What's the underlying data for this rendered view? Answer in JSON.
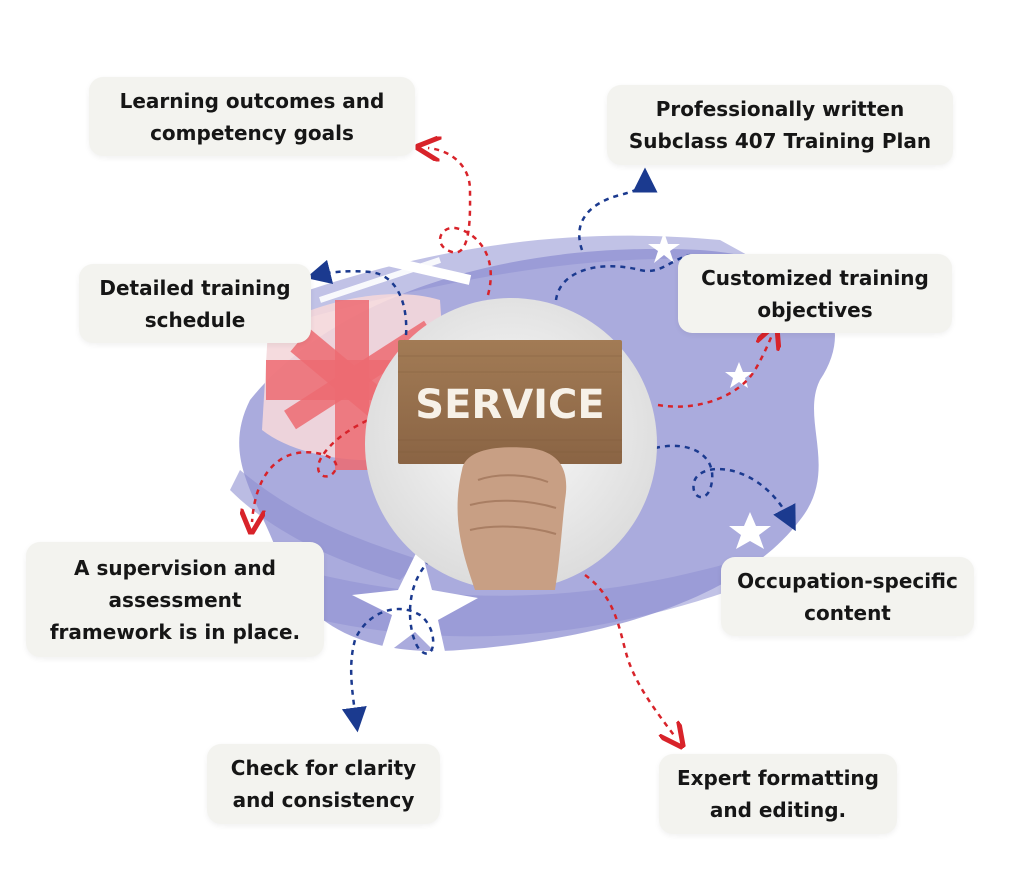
{
  "center": {
    "sign_text": "SERVICE"
  },
  "colors": {
    "blue_stroke": "#8e8fd1",
    "flag_red": "#ee6b72",
    "arrow_red": "#d8232a",
    "arrow_blue": "#1b3a8f",
    "card_bg": "#f3f3ef",
    "cardboard": "#9a7450"
  },
  "cards": {
    "learning": {
      "line1": "Learning outcomes and",
      "line2": "competency goals"
    },
    "plan": {
      "line1": "Professionally written",
      "line2": "Subclass 407 Training Plan"
    },
    "schedule": {
      "line1": "Detailed training",
      "line2": "schedule"
    },
    "objectives": {
      "line1": "Customized training",
      "line2": "objectives"
    },
    "supervision": {
      "line1": "A supervision and",
      "line2": "assessment",
      "line3": "framework is in place."
    },
    "occupation": {
      "line1": "Occupation-specific",
      "line2": "content"
    },
    "clarity": {
      "line1": "Check for clarity",
      "line2": "and consistency"
    },
    "formatting": {
      "line1": "Expert formatting",
      "line2": "and editing."
    }
  }
}
